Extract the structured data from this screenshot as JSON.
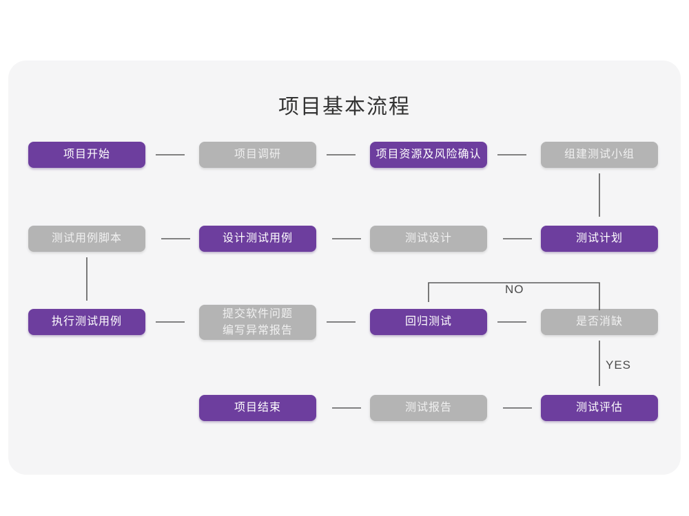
{
  "page": {
    "title": "项目基本流程",
    "background_color": "#ffffff",
    "card_color": "#f5f5f6"
  },
  "palette": {
    "purple": "#6d3e9e",
    "gray": "#b4b4b4",
    "purple_text": "#ffffff",
    "gray_text": "#f0f0f0",
    "connector": "#595959",
    "title_text": "#333333"
  },
  "flow": {
    "nodes": [
      {
        "id": "n1",
        "label": "项目开始",
        "style": "purple",
        "row": 1,
        "col": 1
      },
      {
        "id": "n2",
        "label": "项目调研",
        "style": "gray",
        "row": 1,
        "col": 2
      },
      {
        "id": "n3",
        "label": "项目资源及风险确认",
        "style": "purple",
        "row": 1,
        "col": 3
      },
      {
        "id": "n4",
        "label": "组建测试小组",
        "style": "gray",
        "row": 1,
        "col": 4
      },
      {
        "id": "n5",
        "label": "测试用例脚本",
        "style": "gray",
        "row": 2,
        "col": 1
      },
      {
        "id": "n6",
        "label": "设计测试用例",
        "style": "purple",
        "row": 2,
        "col": 2
      },
      {
        "id": "n7",
        "label": "测试设计",
        "style": "gray",
        "row": 2,
        "col": 3
      },
      {
        "id": "n8",
        "label": "测试计划",
        "style": "purple",
        "row": 2,
        "col": 4
      },
      {
        "id": "n9",
        "label": "执行测试用例",
        "style": "purple",
        "row": 3,
        "col": 1
      },
      {
        "id": "n10",
        "label": "提交软件问题\n编写异常报告",
        "style": "gray",
        "row": 3,
        "col": 2
      },
      {
        "id": "n11",
        "label": "回归测试",
        "style": "purple",
        "row": 3,
        "col": 3
      },
      {
        "id": "n12",
        "label": "是否消缺",
        "style": "gray",
        "row": 3,
        "col": 4
      },
      {
        "id": "n13",
        "label": "项目结束",
        "style": "purple",
        "row": 4,
        "col": 2
      },
      {
        "id": "n14",
        "label": "测试报告",
        "style": "gray",
        "row": 4,
        "col": 3
      },
      {
        "id": "n15",
        "label": "测试评估",
        "style": "purple",
        "row": 4,
        "col": 4
      }
    ],
    "edge_labels": {
      "no": "NO",
      "yes": "YES"
    }
  }
}
